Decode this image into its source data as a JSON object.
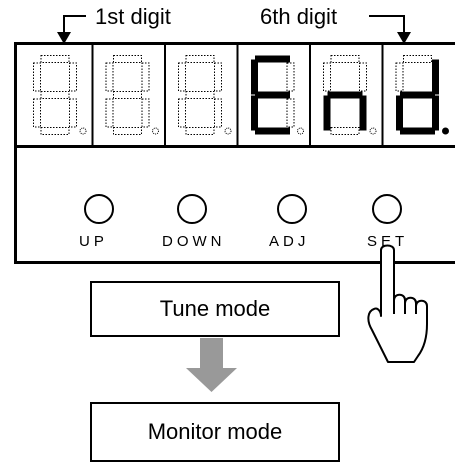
{
  "labels": {
    "first_digit": "1st digit",
    "sixth_digit": "6th digit"
  },
  "buttons": [
    {
      "id": "up",
      "label": "UP"
    },
    {
      "id": "down",
      "label": "DOWN"
    },
    {
      "id": "adj",
      "label": "ADJ"
    },
    {
      "id": "set",
      "label": "SET"
    }
  ],
  "display": {
    "digits": [
      {
        "position": 1,
        "lit": false,
        "glyph": "8"
      },
      {
        "position": 2,
        "lit": false,
        "glyph": "8"
      },
      {
        "position": 3,
        "lit": false,
        "glyph": "8"
      },
      {
        "position": 4,
        "lit": true,
        "glyph": "E"
      },
      {
        "position": 5,
        "lit": true,
        "glyph": "n"
      },
      {
        "position": 6,
        "lit": true,
        "glyph": "d",
        "dot": true
      }
    ]
  },
  "modes": {
    "from": "Tune mode",
    "to": "Monitor mode"
  },
  "icons": [
    "pointing-hand-icon",
    "down-arrow-icon"
  ],
  "colors": {
    "lit_segment": "#000000",
    "unlit_segment": "#000000",
    "arrow": "#999999"
  }
}
